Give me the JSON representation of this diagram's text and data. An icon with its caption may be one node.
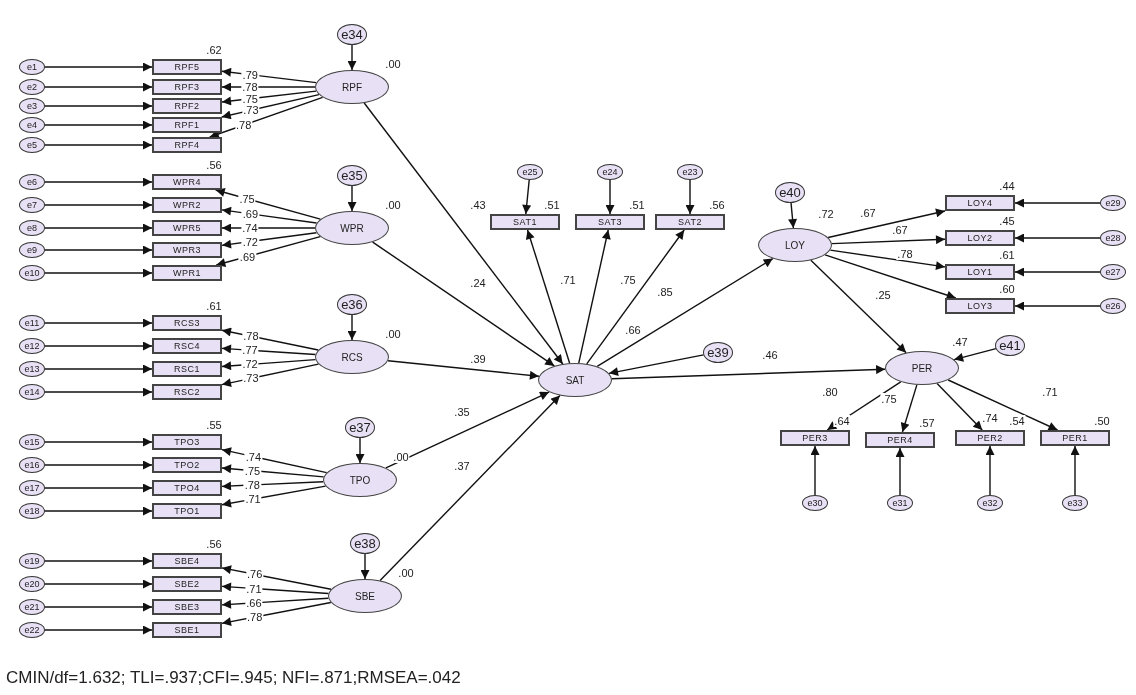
{
  "diagram": {
    "caption": "CMIN/df=1.632; TLI=.937;CFI=.945; NFI=.871;RMSEA=.042",
    "nodes": [
      {
        "text": [
          "e1"
        ]
      },
      {
        "text": [
          "RPF5"
        ],
        "beside": [
          ".62"
        ]
      },
      {
        "text": [
          "e2"
        ]
      },
      {
        "text": [
          "RPF3"
        ]
      },
      {
        "text": [
          "e3"
        ]
      },
      {
        "text": [
          "RPF2"
        ]
      },
      {
        "text": [
          "e4"
        ]
      },
      {
        "text": [
          "RPF1"
        ]
      },
      {
        "text": [
          "e5"
        ]
      },
      {
        "text": [
          "RPF4"
        ]
      },
      {
        "text": [
          "e34"
        ]
      },
      {
        "text": [
          "RPF"
        ],
        "beside": [
          ".00"
        ]
      },
      {
        "text": [
          "e6"
        ]
      },
      {
        "text": [
          "WPR4"
        ],
        "beside": [
          ".56"
        ]
      },
      {
        "text": [
          "e7"
        ]
      },
      {
        "text": [
          "WPR2"
        ]
      },
      {
        "text": [
          "e8"
        ]
      },
      {
        "text": [
          "WPR5"
        ]
      },
      {
        "text": [
          "e9"
        ]
      },
      {
        "text": [
          "WPR3"
        ]
      },
      {
        "text": [
          "e10"
        ]
      },
      {
        "text": [
          "WPR1"
        ]
      },
      {
        "text": [
          "e35"
        ]
      },
      {
        "text": [
          "WPR"
        ],
        "beside": [
          ".00"
        ]
      },
      {
        "text": [
          "e11"
        ]
      },
      {
        "text": [
          "RCS3"
        ],
        "beside": [
          ".61"
        ]
      },
      {
        "text": [
          "e12"
        ]
      },
      {
        "text": [
          "RSC4"
        ]
      },
      {
        "text": [
          "e13"
        ]
      },
      {
        "text": [
          "RSC1"
        ]
      },
      {
        "text": [
          "e14"
        ]
      },
      {
        "text": [
          "RSC2"
        ]
      },
      {
        "text": [
          "e36"
        ]
      },
      {
        "text": [
          "RCS"
        ],
        "beside": [
          ".00"
        ]
      },
      {
        "text": [
          "e15"
        ]
      },
      {
        "text": [
          "TPO3"
        ],
        "beside": [
          ".55"
        ]
      },
      {
        "text": [
          "e16"
        ]
      },
      {
        "text": [
          "TPO2"
        ]
      },
      {
        "text": [
          "e17"
        ]
      },
      {
        "text": [
          "TPO4"
        ]
      },
      {
        "text": [
          "e18"
        ]
      },
      {
        "text": [
          "TPO1"
        ]
      },
      {
        "text": [
          "e37"
        ]
      },
      {
        "text": [
          "TPO"
        ],
        "beside": [
          ".00"
        ]
      },
      {
        "text": [
          "e19"
        ]
      },
      {
        "text": [
          "SBE4"
        ],
        "beside": [
          ".56"
        ]
      },
      {
        "text": [
          "e20"
        ]
      },
      {
        "text": [
          "SBE2"
        ]
      },
      {
        "text": [
          "e21"
        ]
      },
      {
        "text": [
          "SBE3"
        ]
      },
      {
        "text": [
          "e22"
        ]
      },
      {
        "text": [
          "SBE1"
        ]
      },
      {
        "text": [
          "e38"
        ]
      },
      {
        "text": [
          "SBE"
        ],
        "beside": [
          ".00"
        ]
      },
      {
        "text": [
          "e25"
        ]
      },
      {
        "text": [
          "SAT1"
        ],
        "beside": [
          ".51"
        ]
      },
      {
        "text": [
          "e24"
        ]
      },
      {
        "text": [
          "SAT3"
        ],
        "beside": [
          ".51"
        ]
      },
      {
        "text": [
          "e23"
        ]
      },
      {
        "text": [
          "SAT2"
        ],
        "beside": [
          ".56"
        ]
      },
      {
        "text": [
          "e39"
        ]
      },
      {
        "text": [
          "SAT"
        ],
        "beside": [
          ".66"
        ]
      },
      {
        "text": [
          "e40"
        ]
      },
      {
        "text": [
          "LOY"
        ],
        "beside": [
          ".72"
        ]
      },
      {
        "text": [
          "LOY4"
        ],
        "beside": [
          ".44"
        ]
      },
      {
        "text": [
          "e29"
        ]
      },
      {
        "text": [
          "LOY2"
        ],
        "beside": [
          ".45"
        ]
      },
      {
        "text": [
          "e28"
        ]
      },
      {
        "text": [
          "LOY1"
        ],
        "beside": [
          ".61"
        ]
      },
      {
        "text": [
          "e27"
        ]
      },
      {
        "text": [
          "LOY3"
        ],
        "beside": [
          ".60"
        ]
      },
      {
        "text": [
          "e26"
        ]
      },
      {
        "text": [
          "e41"
        ]
      },
      {
        "text": [
          "PER"
        ],
        "beside": [
          ".47"
        ]
      },
      {
        "text": [
          "PER3"
        ],
        "beside": [
          ".64"
        ]
      },
      {
        "text": [
          "e30"
        ]
      },
      {
        "text": [
          "PER4"
        ],
        "beside": [
          ".57"
        ]
      },
      {
        "text": [
          "e31"
        ]
      },
      {
        "text": [
          "PER2"
        ],
        "beside": [
          ".54"
        ]
      },
      {
        "text": [
          "e32"
        ]
      },
      {
        "text": [
          "PER1"
        ],
        "beside": [
          ".50"
        ]
      },
      {
        "text": [
          "e33"
        ]
      }
    ],
    "edges": [
      {
        "from": 0,
        "to": 1,
        "arrow": "to"
      },
      {
        "from": 2,
        "to": 3,
        "arrow": "to"
      },
      {
        "from": 4,
        "to": 5,
        "arrow": "to"
      },
      {
        "from": 6,
        "to": 7,
        "arrow": "to"
      },
      {
        "from": 8,
        "to": 9,
        "arrow": "to"
      },
      {
        "from": 10,
        "to": 11,
        "arrow": "to"
      },
      {
        "from": 11,
        "to": 1,
        "arrow": "to",
        "label": ".79"
      },
      {
        "from": 11,
        "to": 3,
        "arrow": "to",
        "label": ".78"
      },
      {
        "from": 11,
        "to": 5,
        "arrow": "to",
        "label": ".75"
      },
      {
        "from": 11,
        "to": 7,
        "arrow": "to",
        "label": ".73"
      },
      {
        "from": 11,
        "to": 9,
        "arrow": "to",
        "label": ".78"
      },
      {
        "from": 12,
        "to": 13,
        "arrow": "to"
      },
      {
        "from": 14,
        "to": 15,
        "arrow": "to"
      },
      {
        "from": 16,
        "to": 17,
        "arrow": "to"
      },
      {
        "from": 18,
        "to": 19,
        "arrow": "to"
      },
      {
        "from": 20,
        "to": 21,
        "arrow": "to"
      },
      {
        "from": 22,
        "to": 23,
        "arrow": "to"
      },
      {
        "from": 23,
        "to": 13,
        "arrow": "to",
        "label": ".75"
      },
      {
        "from": 23,
        "to": 15,
        "arrow": "to",
        "label": ".69"
      },
      {
        "from": 23,
        "to": 17,
        "arrow": "to",
        "label": ".74"
      },
      {
        "from": 23,
        "to": 19,
        "arrow": "to",
        "label": ".72"
      },
      {
        "from": 23,
        "to": 21,
        "arrow": "to",
        "label": ".69"
      },
      {
        "from": 24,
        "to": 25,
        "arrow": "to"
      },
      {
        "from": 26,
        "to": 27,
        "arrow": "to"
      },
      {
        "from": 28,
        "to": 29,
        "arrow": "to"
      },
      {
        "from": 30,
        "to": 31,
        "arrow": "to"
      },
      {
        "from": 32,
        "to": 33,
        "arrow": "to"
      },
      {
        "from": 33,
        "to": 25,
        "arrow": "to",
        "label": ".78"
      },
      {
        "from": 33,
        "to": 27,
        "arrow": "to",
        "label": ".77"
      },
      {
        "from": 33,
        "to": 29,
        "arrow": "to",
        "label": ".72"
      },
      {
        "from": 33,
        "to": 31,
        "arrow": "to",
        "label": ".73"
      },
      {
        "from": 34,
        "to": 35,
        "arrow": "to"
      },
      {
        "from": 36,
        "to": 37,
        "arrow": "to"
      },
      {
        "from": 38,
        "to": 39,
        "arrow": "to"
      },
      {
        "from": 40,
        "to": 41,
        "arrow": "to"
      },
      {
        "from": 42,
        "to": 43,
        "arrow": "to"
      },
      {
        "from": 43,
        "to": 35,
        "arrow": "to",
        "label": ".74"
      },
      {
        "from": 43,
        "to": 37,
        "arrow": "to",
        "label": ".75"
      },
      {
        "from": 43,
        "to": 39,
        "arrow": "to",
        "label": ".78"
      },
      {
        "from": 43,
        "to": 41,
        "arrow": "to",
        "label": ".71"
      },
      {
        "from": 44,
        "to": 45,
        "arrow": "to"
      },
      {
        "from": 46,
        "to": 47,
        "arrow": "to"
      },
      {
        "from": 48,
        "to": 49,
        "arrow": "to"
      },
      {
        "from": 50,
        "to": 51,
        "arrow": "to"
      },
      {
        "from": 52,
        "to": 53,
        "arrow": "to"
      },
      {
        "from": 53,
        "to": 45,
        "arrow": "to",
        "label": ".76"
      },
      {
        "from": 53,
        "to": 47,
        "arrow": "to",
        "label": ".71"
      },
      {
        "from": 53,
        "to": 49,
        "arrow": "to",
        "label": ".66"
      },
      {
        "from": 53,
        "to": 51,
        "arrow": "to",
        "label": ".78"
      },
      {
        "from": 11,
        "to": 61,
        "arrow": "to",
        "label": ".24"
      },
      {
        "from": 23,
        "to": 61,
        "arrow": "to"
      },
      {
        "from": 33,
        "to": 61,
        "arrow": "to",
        "label": ".39"
      },
      {
        "from": 43,
        "to": 61,
        "arrow": "to",
        "label": ".35"
      },
      {
        "from": 53,
        "to": 61,
        "arrow": "to",
        "label": ".37"
      },
      {
        "from": 54,
        "to": 55,
        "arrow": "to"
      },
      {
        "from": 56,
        "to": 57,
        "arrow": "to"
      },
      {
        "from": 58,
        "to": 59,
        "arrow": "to"
      },
      {
        "from": 61,
        "to": 55,
        "arrow": "to",
        "label": ".71"
      },
      {
        "from": 61,
        "to": 57,
        "arrow": "to",
        "label": ".75"
      },
      {
        "from": 61,
        "to": 59,
        "arrow": "to",
        "label": ".85"
      },
      {
        "from": 60,
        "to": 61,
        "arrow": "to"
      },
      {
        "from": 61,
        "to": 63,
        "arrow": "to"
      },
      {
        "from": 61,
        "to": 73,
        "arrow": "to",
        "label": ".46"
      },
      {
        "from": 62,
        "to": 63,
        "arrow": "to"
      },
      {
        "from": 63,
        "to": 64,
        "arrow": "to",
        "label": ".67"
      },
      {
        "from": 63,
        "to": 66,
        "arrow": "to",
        "label": ".67"
      },
      {
        "from": 63,
        "to": 68,
        "arrow": "to",
        "label": ".78"
      },
      {
        "from": 63,
        "to": 70,
        "arrow": "to"
      },
      {
        "from": 65,
        "to": 64,
        "arrow": "to"
      },
      {
        "from": 67,
        "to": 66,
        "arrow": "to"
      },
      {
        "from": 69,
        "to": 68,
        "arrow": "to"
      },
      {
        "from": 71,
        "to": 70,
        "arrow": "to"
      },
      {
        "from": 63,
        "to": 73,
        "arrow": "to",
        "label": ".25"
      },
      {
        "from": 72,
        "to": 73,
        "arrow": "to"
      },
      {
        "from": 73,
        "to": 74,
        "arrow": "to",
        "label": ".80"
      },
      {
        "from": 73,
        "to": 76,
        "arrow": "to",
        "label": ".75"
      },
      {
        "from": 73,
        "to": 78,
        "arrow": "to",
        "label": ".74"
      },
      {
        "from": 73,
        "to": 80,
        "arrow": "to",
        "label": ".71"
      },
      {
        "from": 75,
        "to": 74,
        "arrow": "to"
      },
      {
        "from": 77,
        "to": 76,
        "arrow": "to"
      },
      {
        "from": 79,
        "to": 78,
        "arrow": "to"
      },
      {
        "from": 81,
        "to": 80,
        "arrow": "to"
      }
    ],
    "labels": [
      ".43"
    ]
  }
}
